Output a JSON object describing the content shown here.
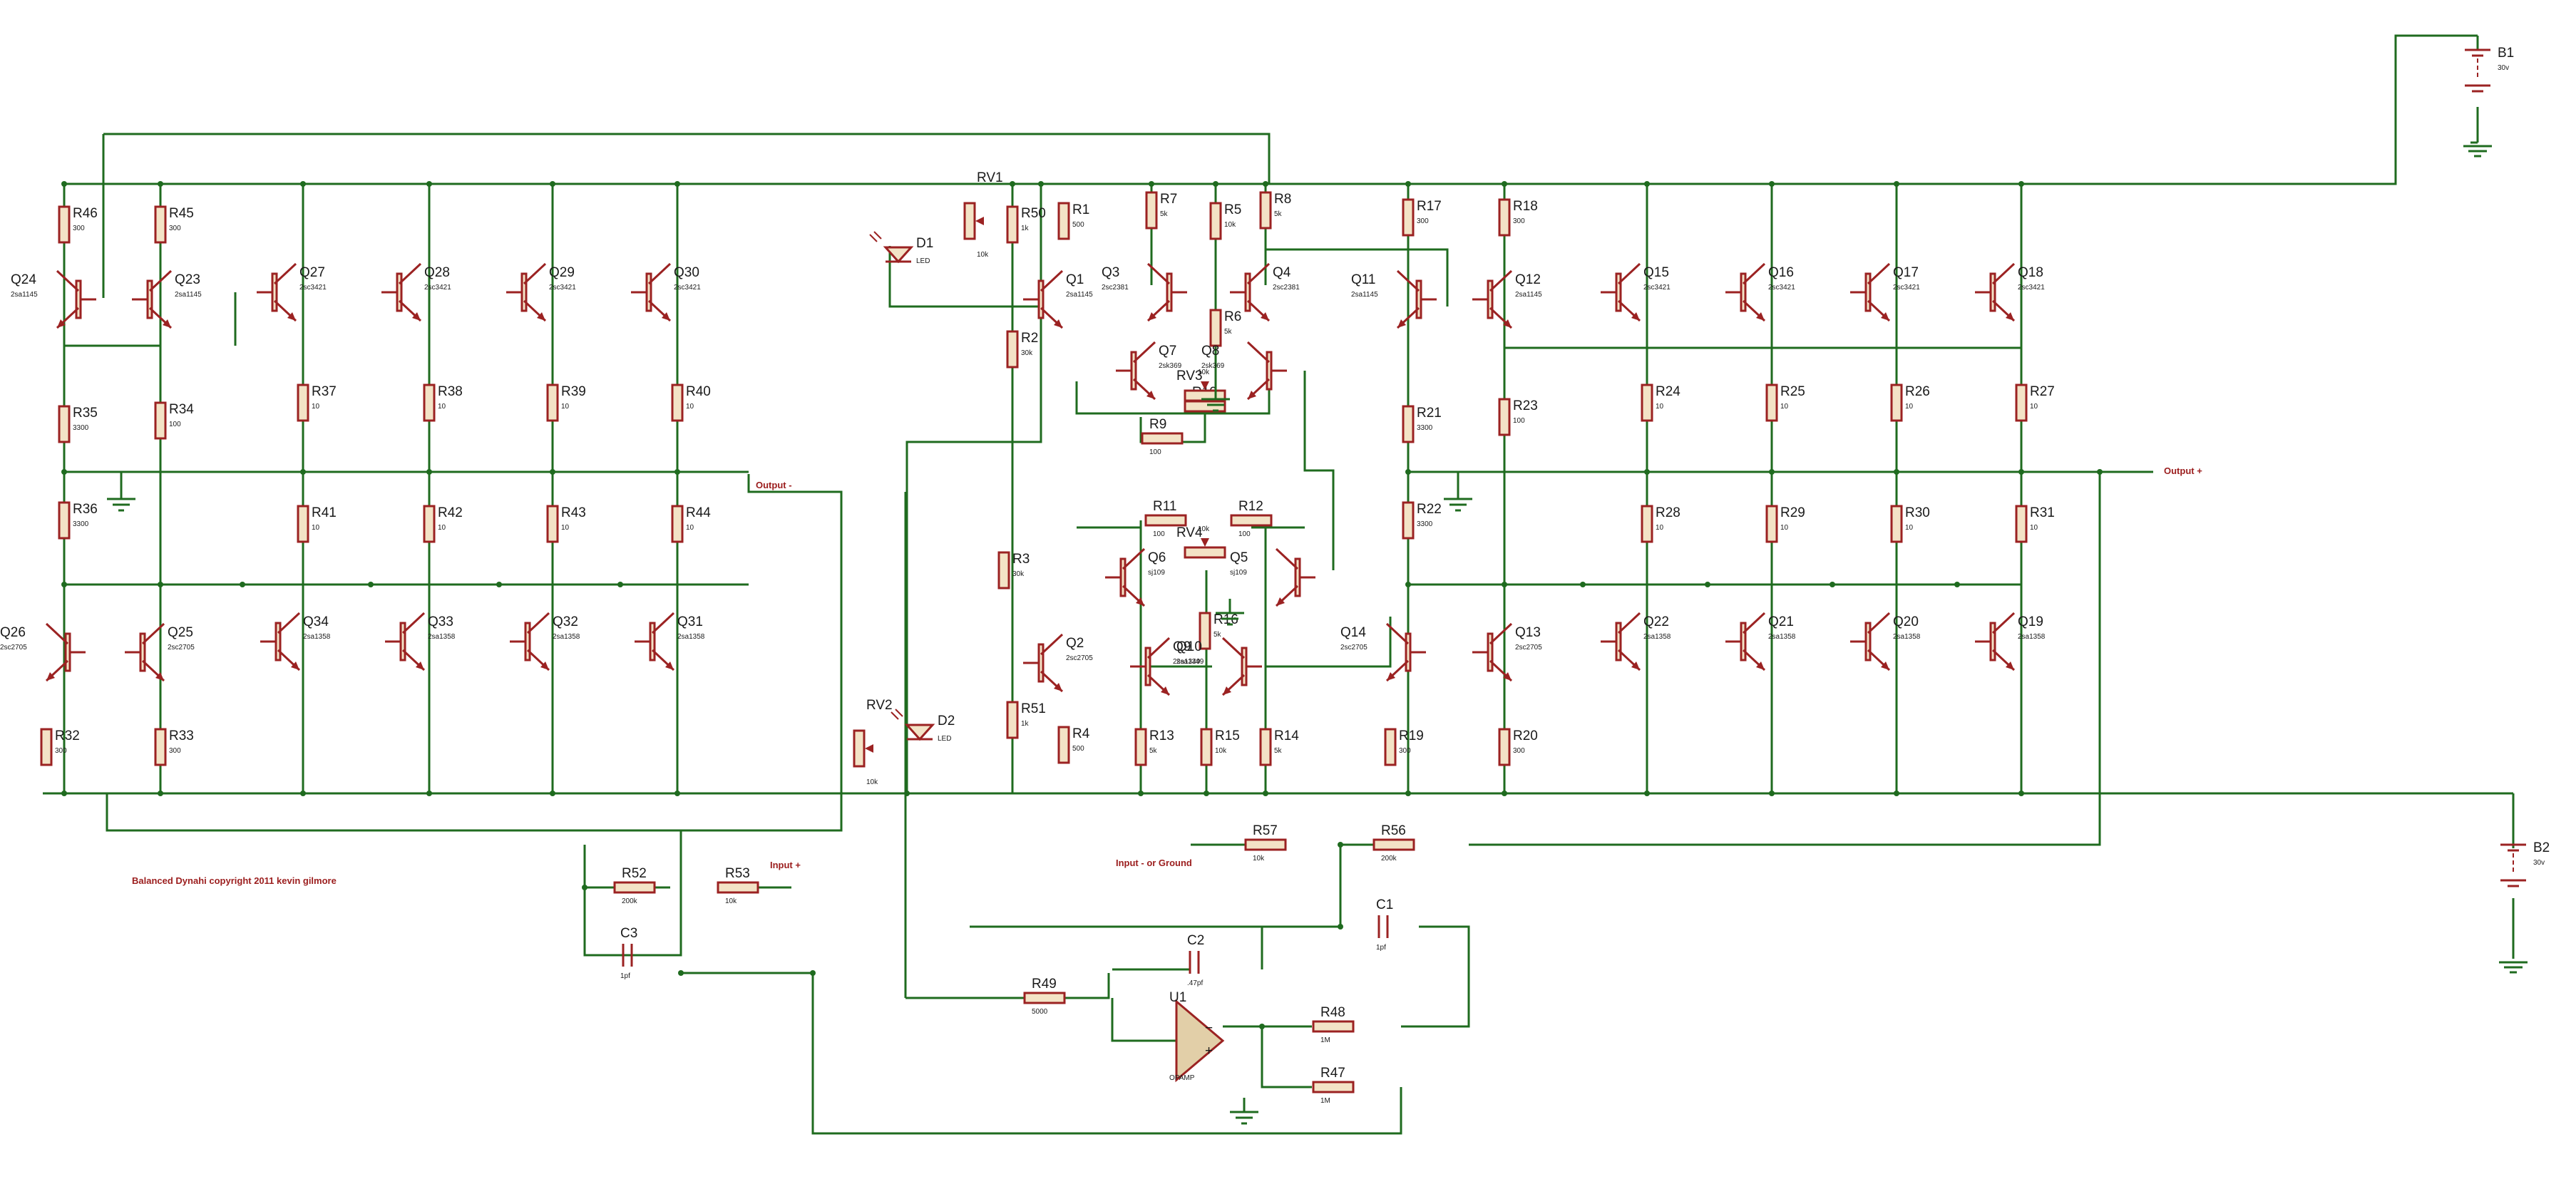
{
  "colors": {
    "wire": "#1f6b1f",
    "component": "#9b2222",
    "component_fill": "#f3e3c6",
    "label": "#1a1a1a",
    "note": "#9b1d1d",
    "opamp_fill": "#e2cfa8"
  },
  "annotations": {
    "output_minus": "Output -",
    "output_plus": "Output +",
    "input_plus": "Input +",
    "input_minus": "Input - or Ground",
    "title": "Balanced Dynahi copyright 2011 kevin gilmore"
  },
  "resistors": [
    {
      "id": "R46",
      "value": "300"
    },
    {
      "id": "R45",
      "value": "300"
    },
    {
      "id": "R35",
      "value": "3300"
    },
    {
      "id": "R34",
      "value": "100"
    },
    {
      "id": "R36",
      "value": "3300"
    },
    {
      "id": "R37",
      "value": "10"
    },
    {
      "id": "R38",
      "value": "10"
    },
    {
      "id": "R39",
      "value": "10"
    },
    {
      "id": "R40",
      "value": "10"
    },
    {
      "id": "R41",
      "value": "10"
    },
    {
      "id": "R42",
      "value": "10"
    },
    {
      "id": "R43",
      "value": "10"
    },
    {
      "id": "R44",
      "value": "10"
    },
    {
      "id": "R32",
      "value": "300"
    },
    {
      "id": "R33",
      "value": "300"
    },
    {
      "id": "R50",
      "value": "1k"
    },
    {
      "id": "R1",
      "value": "500"
    },
    {
      "id": "R2",
      "value": "30k"
    },
    {
      "id": "R3",
      "value": "30k"
    },
    {
      "id": "R51",
      "value": "1k"
    },
    {
      "id": "R4",
      "value": "500"
    },
    {
      "id": "R7",
      "value": "5k"
    },
    {
      "id": "R5",
      "value": "10k"
    },
    {
      "id": "R8",
      "value": "5k"
    },
    {
      "id": "R6",
      "value": "5k"
    },
    {
      "id": "R10",
      "value": ""
    },
    {
      "id": "R9",
      "value": "100"
    },
    {
      "id": "R11",
      "value": "100"
    },
    {
      "id": "R12",
      "value": "100"
    },
    {
      "id": "R16",
      "value": "5k"
    },
    {
      "id": "R13",
      "value": "5k"
    },
    {
      "id": "R15",
      "value": "10k"
    },
    {
      "id": "R14",
      "value": "5k"
    },
    {
      "id": "R17",
      "value": "300"
    },
    {
      "id": "R18",
      "value": "300"
    },
    {
      "id": "R21",
      "value": "3300"
    },
    {
      "id": "R23",
      "value": "100"
    },
    {
      "id": "R22",
      "value": "3300"
    },
    {
      "id": "R19",
      "value": "300"
    },
    {
      "id": "R20",
      "value": "300"
    },
    {
      "id": "R24",
      "value": "10"
    },
    {
      "id": "R25",
      "value": "10"
    },
    {
      "id": "R26",
      "value": "10"
    },
    {
      "id": "R27",
      "value": "10"
    },
    {
      "id": "R28",
      "value": "10"
    },
    {
      "id": "R29",
      "value": "10"
    },
    {
      "id": "R30",
      "value": "10"
    },
    {
      "id": "R31",
      "value": "10"
    },
    {
      "id": "R57",
      "value": "10k"
    },
    {
      "id": "R56",
      "value": "200k"
    },
    {
      "id": "R52",
      "value": "200k"
    },
    {
      "id": "R53",
      "value": "10k"
    },
    {
      "id": "R49",
      "value": "5000"
    },
    {
      "id": "R48",
      "value": "1M"
    },
    {
      "id": "R47",
      "value": "1M"
    }
  ],
  "transistors": [
    {
      "id": "Q24",
      "value": "2sa1145"
    },
    {
      "id": "Q23",
      "value": "2sa1145"
    },
    {
      "id": "Q27",
      "value": "2sc3421"
    },
    {
      "id": "Q28",
      "value": "2sc3421"
    },
    {
      "id": "Q29",
      "value": "2sc3421"
    },
    {
      "id": "Q30",
      "value": "2sc3421"
    },
    {
      "id": "Q26",
      "value": "2sc2705"
    },
    {
      "id": "Q25",
      "value": "2sc2705"
    },
    {
      "id": "Q34",
      "value": "2sa1358"
    },
    {
      "id": "Q33",
      "value": "2sa1358"
    },
    {
      "id": "Q32",
      "value": "2sa1358"
    },
    {
      "id": "Q31",
      "value": "2sa1358"
    },
    {
      "id": "Q1",
      "value": "2sa1145"
    },
    {
      "id": "Q2",
      "value": "2sc2705"
    },
    {
      "id": "Q3",
      "value": "2sc2381"
    },
    {
      "id": "Q4",
      "value": "2sc2381"
    },
    {
      "id": "Q7",
      "value": "2sk369"
    },
    {
      "id": "Q8",
      "value": "2sk369"
    },
    {
      "id": "Q6",
      "value": "sj109"
    },
    {
      "id": "Q5",
      "value": "sj109"
    },
    {
      "id": "Q9",
      "value": "2sa1349"
    },
    {
      "id": "Q10",
      "value": "2sa1349"
    },
    {
      "id": "Q11",
      "value": "2sa1145"
    },
    {
      "id": "Q12",
      "value": "2sa1145"
    },
    {
      "id": "Q14",
      "value": "2sc2705"
    },
    {
      "id": "Q13",
      "value": "2sc2705"
    },
    {
      "id": "Q15",
      "value": "2sc3421"
    },
    {
      "id": "Q16",
      "value": "2sc3421"
    },
    {
      "id": "Q17",
      "value": "2sc3421"
    },
    {
      "id": "Q18",
      "value": "2sc3421"
    },
    {
      "id": "Q22",
      "value": "2sa1358"
    },
    {
      "id": "Q21",
      "value": "2sa1358"
    },
    {
      "id": "Q20",
      "value": "2sa1358"
    },
    {
      "id": "Q19",
      "value": "2sa1358"
    }
  ],
  "pots": [
    {
      "id": "RV1",
      "value": "10k"
    },
    {
      "id": "RV2",
      "value": "10k"
    },
    {
      "id": "RV3",
      "value": "10k"
    },
    {
      "id": "RV4",
      "value": "10k"
    }
  ],
  "leds": [
    {
      "id": "D1",
      "value": "LED"
    },
    {
      "id": "D2",
      "value": "LED"
    }
  ],
  "caps": [
    {
      "id": "C1",
      "value": "1pf"
    },
    {
      "id": "C2",
      "value": ".47pf"
    },
    {
      "id": "C3",
      "value": "1pf"
    }
  ],
  "batteries": [
    {
      "id": "B1",
      "value": "30v"
    },
    {
      "id": "B2",
      "value": "30v"
    }
  ],
  "opamp": {
    "id": "U1",
    "value": "OPAMP"
  }
}
